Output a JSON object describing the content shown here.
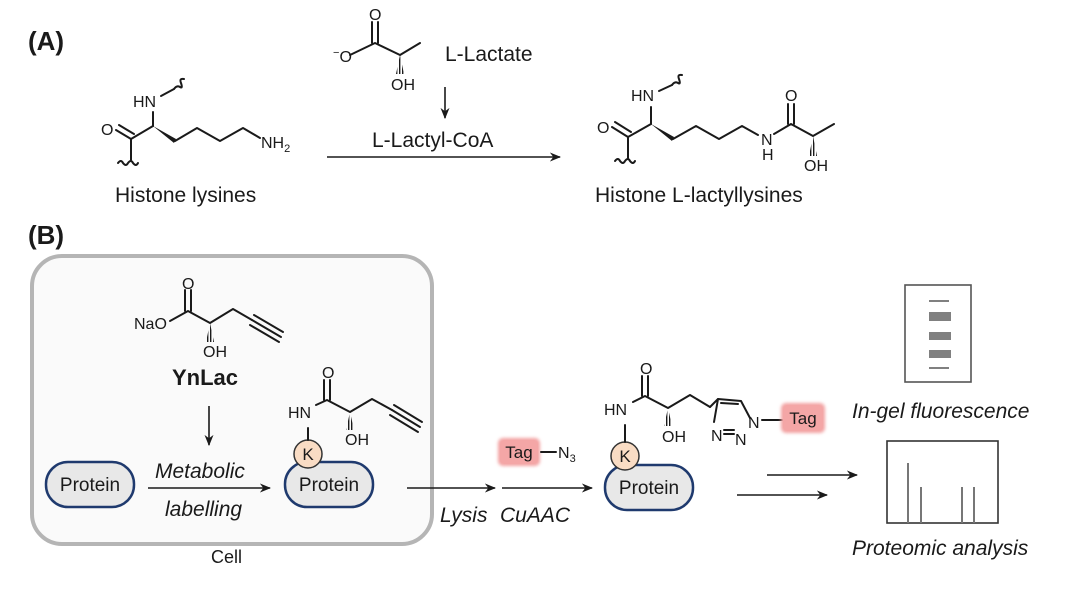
{
  "panel_a": {
    "label": "(A)",
    "reactant": {
      "name": "Histone lysines",
      "amine": "NH",
      "amine_sub": "2",
      "hn": "HN",
      "o": "O"
    },
    "reagent": {
      "name": "L-Lactate",
      "charge": "−",
      "o_minus": "O",
      "o": "O",
      "oh": "OH"
    },
    "cofactor": "L-Lactyl-CoA",
    "product": {
      "name": "Histone L-lactyllysines",
      "hn": "HN",
      "o": "O",
      "n": "N",
      "h": "H",
      "oh": "OH"
    }
  },
  "panel_b": {
    "label": "(B)",
    "cell_label": "Cell",
    "probe": {
      "name": "YnLac",
      "nao": "NaO",
      "o": "O",
      "oh": "OH"
    },
    "protein_label": "Protein",
    "lysine_label": "K",
    "step1": {
      "line1": "Metabolic",
      "line2": "labelling"
    },
    "labelled": {
      "hn": "HN",
      "o": "O",
      "oh": "OH"
    },
    "step2": "Lysis",
    "step3": "CuAAC",
    "tag_reagent": {
      "tag": "Tag",
      "azide": "N",
      "azide_sub": "3"
    },
    "clicked": {
      "hn": "HN",
      "o": "O",
      "oh": "OH",
      "n1": "N",
      "n2": "N",
      "n3": "N",
      "tag": "Tag"
    },
    "outputs": [
      {
        "label": "In-gel fluorescence"
      },
      {
        "label": "Proteomic analysis"
      }
    ]
  },
  "colors": {
    "cell_border": "#b5b5b5",
    "cell_fill": "#fafafa",
    "protein_border": "#1f3a6e",
    "protein_fill": "#e8e8e8",
    "lysine_fill": "#f9dcc4",
    "tag_fill": "#f3a3a3",
    "gel_band": "#808080"
  }
}
